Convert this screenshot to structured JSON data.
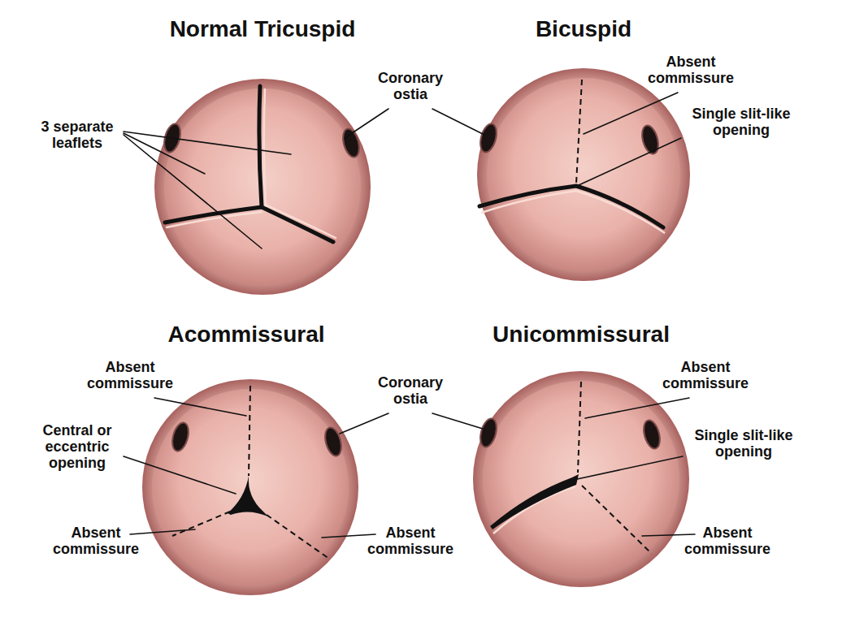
{
  "diagram": {
    "labels": [
      "Normal Tricuspid",
      "3 separate leaflets",
      "Coronary ostia",
      "Bicuspid",
      "Absent commissure",
      "Single slit-like opening",
      "Acommissural",
      "Absent commissure",
      "Central or eccentric opening",
      "Absent commissure",
      "Unicommissural",
      "Coronary ostia",
      "Absent commissure",
      "Absent commissure",
      "Single slit-like opening",
      "Absent commissure"
    ]
  }
}
